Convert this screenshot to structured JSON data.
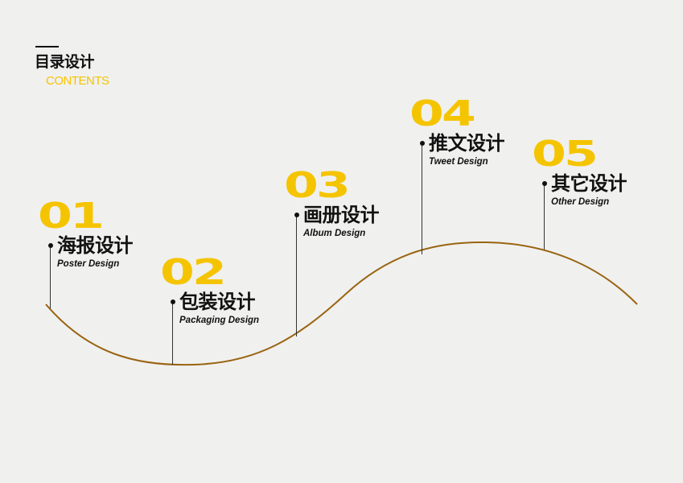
{
  "header": {
    "title": "目录设计",
    "subtitle": "CONTENTS"
  },
  "colors": {
    "accent": "#f5c400",
    "curve": "#9a6410",
    "text": "#111111",
    "background": "#f0f0ef"
  },
  "items": [
    {
      "number": "01",
      "title": "海报设计",
      "subtitle": "Poster Design"
    },
    {
      "number": "02",
      "title": "包装设计",
      "subtitle": "Packaging Design"
    },
    {
      "number": "03",
      "title": "画册设计",
      "subtitle": "Album Design"
    },
    {
      "number": "04",
      "title": "推文设计",
      "subtitle": "Tweet Design"
    },
    {
      "number": "05",
      "title": "其它设计",
      "subtitle": "Other Design"
    }
  ]
}
